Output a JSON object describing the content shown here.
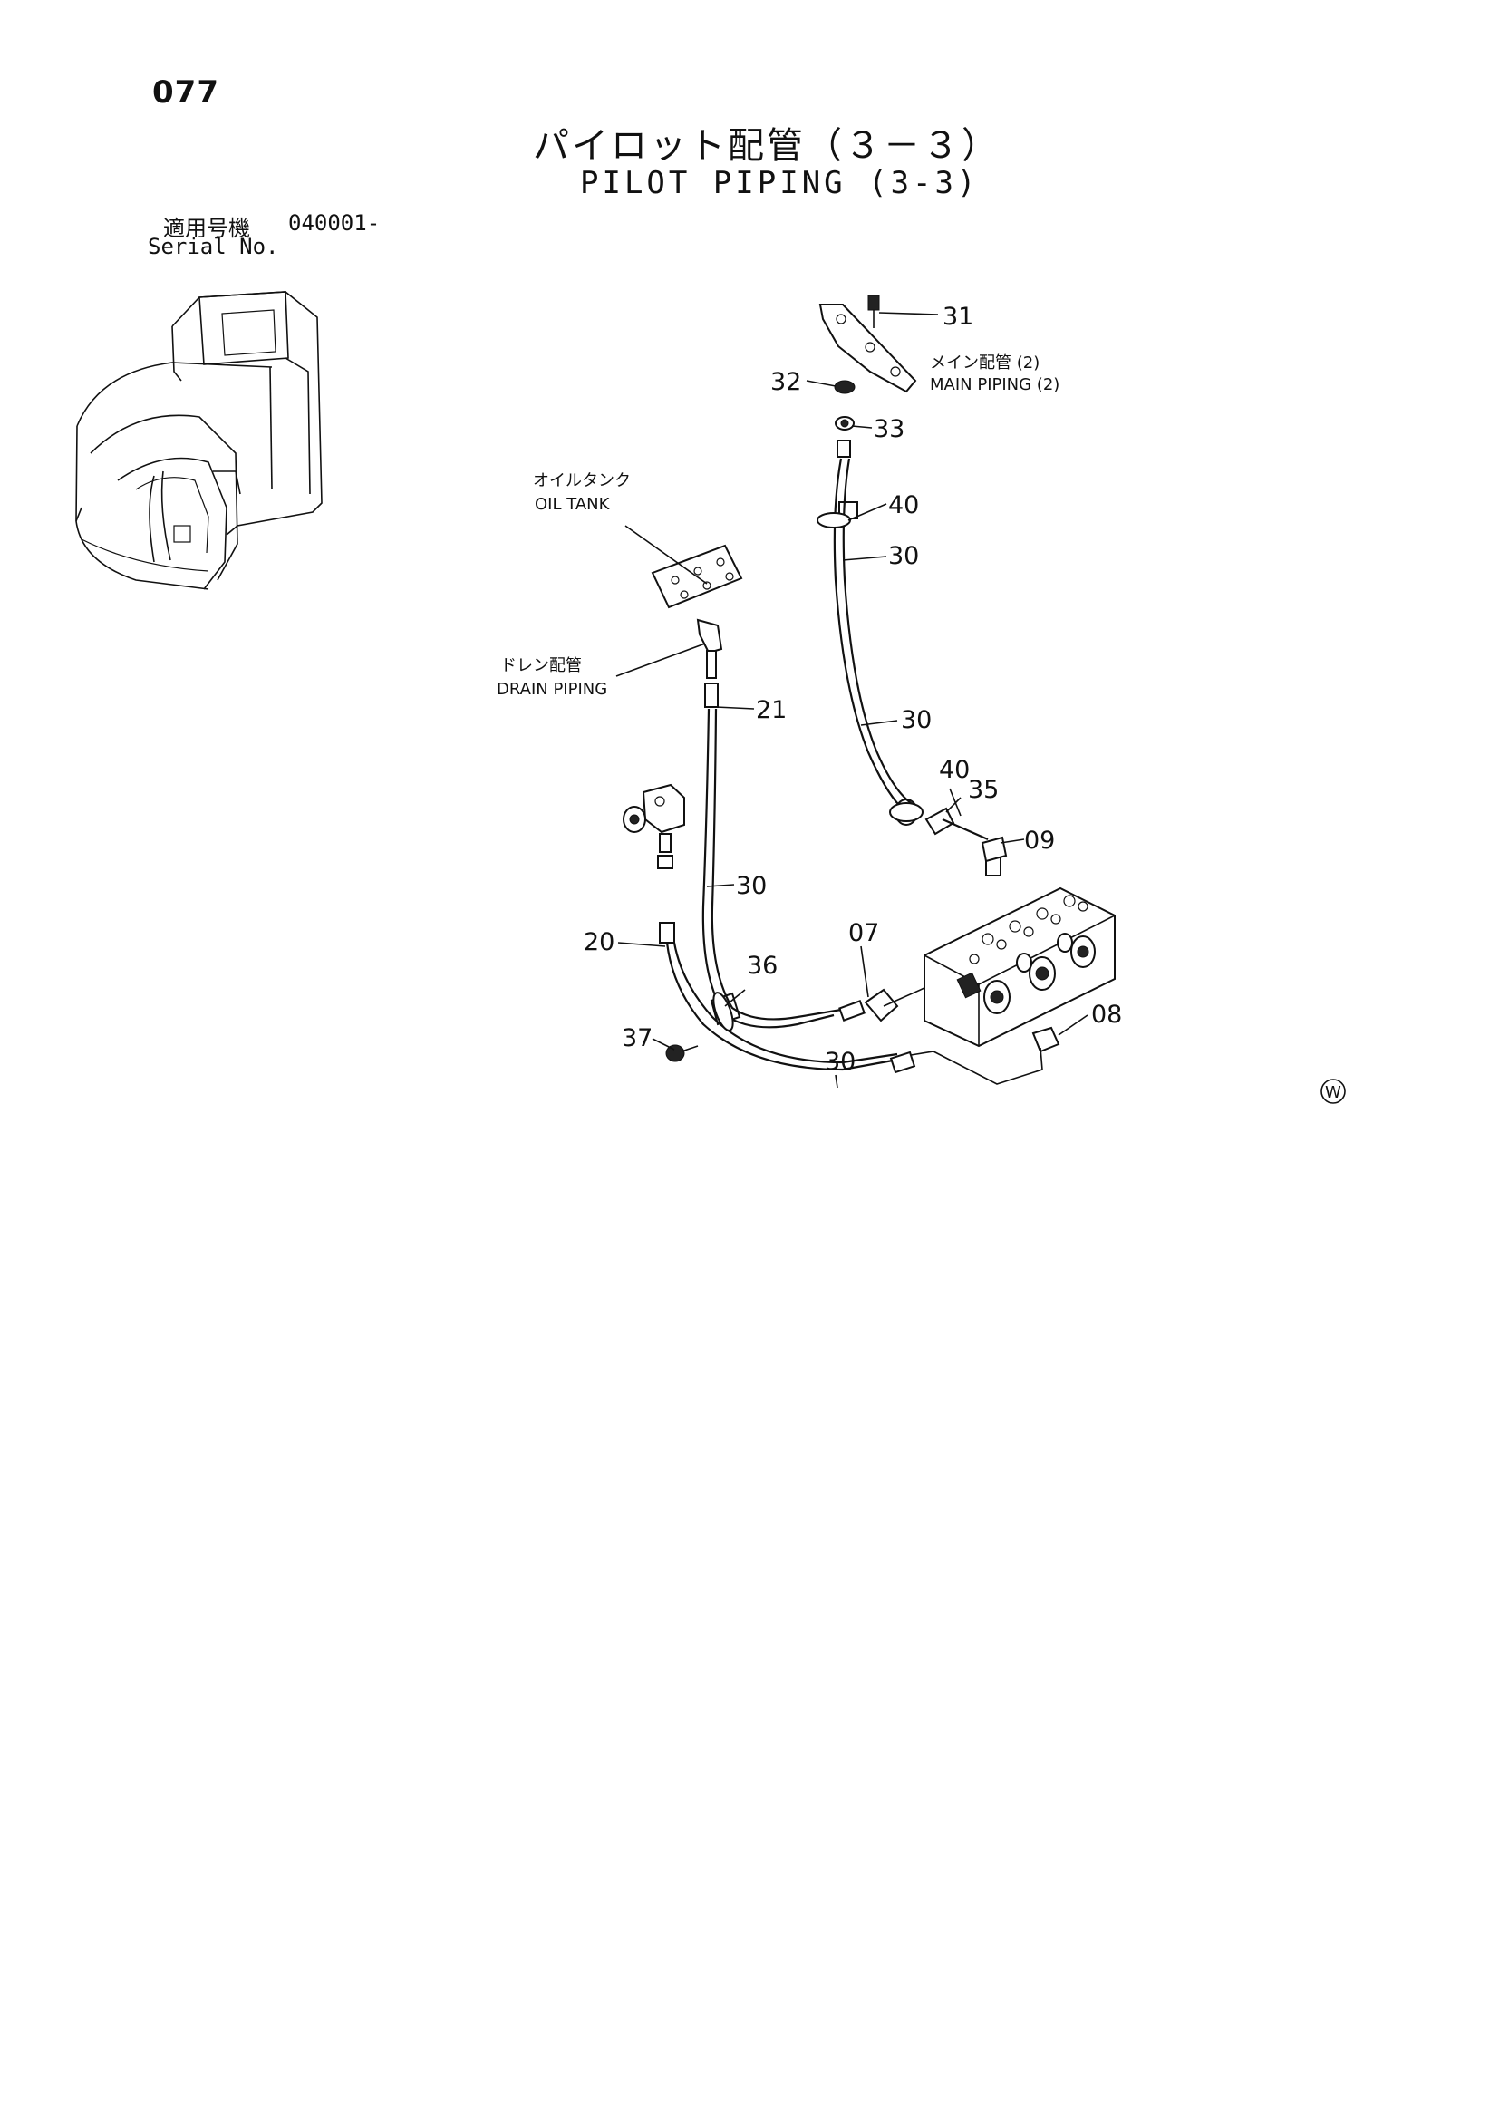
{
  "page": {
    "number": "077",
    "title_jp": "パイロット配管（３－３）",
    "title_en": "PILOT PIPING (3-3)",
    "serial_label_jp": "適用号機",
    "serial_label_en": "Serial No.",
    "serial_value": "040001-",
    "corner_mark": "W"
  },
  "callouts": {
    "c31": "31",
    "c32": "32",
    "c33": "33",
    "c40a": "40",
    "c30a": "30",
    "c21": "21",
    "c30b": "30",
    "c40b": "40",
    "c35": "35",
    "c09": "09",
    "c30c": "30",
    "c07": "07",
    "c20": "20",
    "c36": "36",
    "c08": "08",
    "c37": "37",
    "c30d": "30"
  },
  "labels": {
    "main_piping_jp": "メイン配管 (2)",
    "main_piping_en": "MAIN PIPING (2)",
    "oil_tank_jp": "オイルタンク",
    "oil_tank_en": "OIL TANK",
    "drain_piping_jp": "ドレン配管",
    "drain_piping_en": "DRAIN PIPING"
  }
}
